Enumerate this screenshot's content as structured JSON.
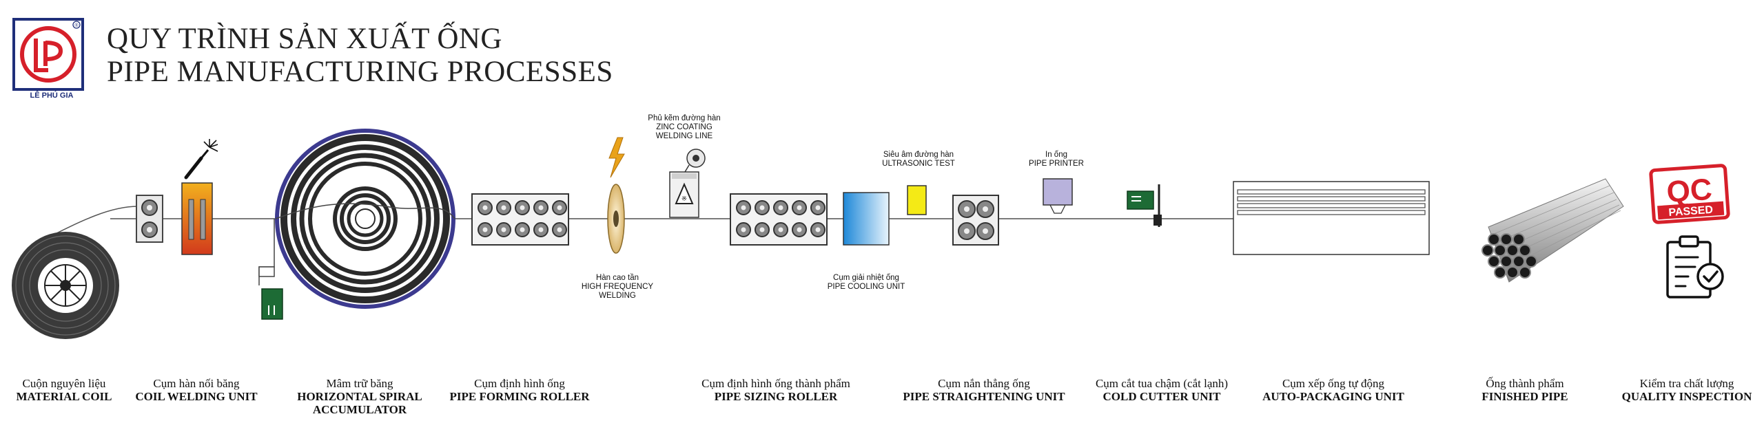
{
  "header": {
    "title_vi": "QUY TRÌNH SẢN XUẤT ỐNG",
    "title_en": "PIPE MANUFACTURING PROCESSES",
    "logo_text": "LÊ PHÚ GIA",
    "logo_mark": "LPG",
    "registered": "®"
  },
  "equipment_labels": {
    "zinc": {
      "vi": "Phủ kẽm đường hàn",
      "en1": "ZINC COATING",
      "en2": "WELDING LINE"
    },
    "ultrasonic": {
      "vi": "Siêu âm đường hàn",
      "en": "ULTRASONIC TEST"
    },
    "printer": {
      "vi": "In ống",
      "en": "PIPE PRINTER"
    },
    "hf_welding": {
      "vi": "Hàn cao tần",
      "en1": "HIGH FREQUENCY",
      "en2": "WELDING"
    },
    "cooling": {
      "vi": "Cụm giải nhiệt ống",
      "en": "PIPE COOLING UNIT"
    }
  },
  "qc_stamp": {
    "line1": "QC",
    "line2": "PASSED"
  },
  "stages": [
    {
      "vi": "Cuộn nguyên liệu",
      "en": "MATERIAL COIL"
    },
    {
      "vi": "Cụm hàn nối băng",
      "en": "COIL WELDING UNIT"
    },
    {
      "vi": "Mâm trữ băng",
      "en": "HORIZONTAL SPIRAL",
      "en2": "ACCUMULATOR"
    },
    {
      "vi": "Cụm định hình ống",
      "en": "PIPE FORMING ROLLER"
    },
    {
      "vi": "Cụm định hình ống thành phẩm",
      "en": "PIPE SIZING ROLLER"
    },
    {
      "vi": "Cụm nắn thẳng ống",
      "en": "PIPE STRAIGHTENING UNIT"
    },
    {
      "vi": "Cụm cắt tua chậm (cắt lạnh)",
      "en": "COLD CUTTER UNIT"
    },
    {
      "vi": "Cụm xếp ống tự động",
      "en": "AUTO-PACKAGING UNIT"
    },
    {
      "vi": "Ống thành phẩm",
      "en": "FINISHED PIPE"
    },
    {
      "vi": "Kiểm tra chất lượng",
      "en": "QUALITY INSPECTION"
    }
  ],
  "colors": {
    "brand_red": "#d6202a",
    "brand_blue": "#1f2f7a",
    "accumulator_ring": "#3c3a8f",
    "line_gray": "#7a7a7a"
  }
}
